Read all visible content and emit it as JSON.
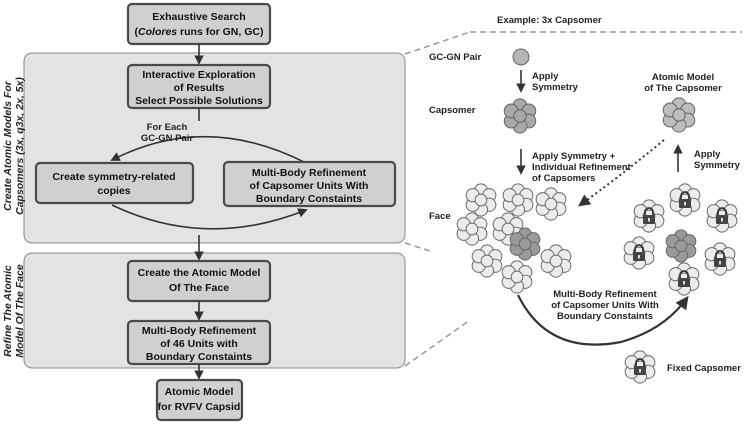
{
  "flow": {
    "exhaustive_search": {
      "line1": "Exhaustive Search",
      "line2_pre": "(",
      "line2_italic": "Colores",
      "line2_post": " runs for GN, GC)"
    },
    "interactive": {
      "line1": "Interactive Exploration",
      "line2": "of Results",
      "line3": "Select Possible Solutions"
    },
    "for_each": {
      "line1": "For Each",
      "line2": "GC-GN Pair"
    },
    "symmetry_copies": {
      "line1": "Create symmetry-related",
      "line2": "copies"
    },
    "multibody_capsomer": {
      "line1": "Multi-Body Refinement",
      "line2": "of Capsomer Units With",
      "line3": "Boundary Constaints"
    },
    "create_face": {
      "line1": "Create the Atomic Model",
      "line2": "Of The Face"
    },
    "multibody_46": {
      "line1": "Multi-Body Refinement",
      "line2": "of 46 Units with",
      "line3": "Boundary Constaints"
    },
    "final_model": {
      "line1": "Atomic Model",
      "line2": "for RVFV Capsid"
    }
  },
  "side_labels": {
    "top": {
      "line1": "Create Atomic Models For",
      "line2": "Capsomers (3x, q3x, 2x, 5x)"
    },
    "bottom": {
      "line1": "Refine The Atomic",
      "line2": "Model Of The Face"
    }
  },
  "example": {
    "title": "Example: 3x Capsomer",
    "gcgn_pair": "GC-GN Pair",
    "apply_symmetry": {
      "line1": "Apply",
      "line2": "Symmetry"
    },
    "atomic_model": {
      "line1": "Atomic Model",
      "line2": "of The Capsomer"
    },
    "capsomer": "Capsomer",
    "apply_symmetry_right": {
      "line1": "Apply",
      "line2": "Symmetry"
    },
    "apply_individual": {
      "line1": "Apply Symmetry +",
      "line2": "Individual Refinement",
      "line3": "of Capsomers"
    },
    "face": "Face",
    "multibody": {
      "line1": "Multi-Body Refinement",
      "line2": "of Capsomer Units With",
      "line3": "Boundary Constaints"
    },
    "fixed_capsomer": "Fixed Capsomer"
  },
  "colors": {
    "panel": "#e3e3e3",
    "box_fill": "#d0d0d0",
    "box_stroke": "#4a4a4a",
    "light_sub": "#ececec",
    "dark_sub": "#9a9a9a"
  }
}
